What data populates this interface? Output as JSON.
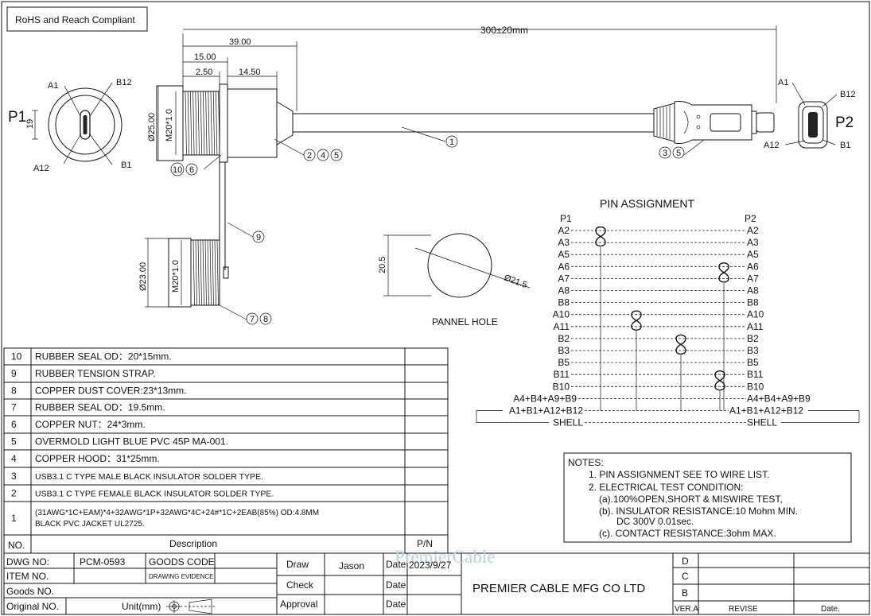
{
  "compliance": "RoHS and Reach Compliant",
  "dims": {
    "total_length": "300±20mm",
    "d39": "39.00",
    "d15": "15.00",
    "d250": "2.50",
    "d1450": "14.50",
    "dia25": "Ø25.00",
    "m20a": "M20*1.0",
    "dia23": "Ø23.00",
    "m20b": "M20*1.0",
    "p1_19": "19",
    "hole_h": "20.5",
    "hole_d": "Ø21.5"
  },
  "labels": {
    "p1": "P1",
    "p2": "P2",
    "a1": "A1",
    "b12": "B12",
    "a12": "A12",
    "b1": "B1",
    "pannel_hole": "PANNEL HOLE"
  },
  "balloons": [
    "1",
    "2",
    "4",
    "5",
    "10",
    "6",
    "9",
    "7",
    "8",
    "3",
    "5"
  ],
  "pin_assignment": {
    "title": "PIN ASSIGNMENT",
    "left_header": "P1",
    "right_header": "P2",
    "rows": [
      {
        "l": "A2",
        "r": "A2"
      },
      {
        "l": "A3",
        "r": "A3"
      },
      {
        "l": "A5",
        "r": "A5"
      },
      {
        "l": "A6",
        "r": "A6"
      },
      {
        "l": "A7",
        "r": "A7"
      },
      {
        "l": "A8",
        "r": "A8"
      },
      {
        "l": "B8",
        "r": "B8"
      },
      {
        "l": "A10",
        "r": "A10"
      },
      {
        "l": "A11",
        "r": "A11"
      },
      {
        "l": "B2",
        "r": "B2"
      },
      {
        "l": "B3",
        "r": "B3"
      },
      {
        "l": "B5",
        "r": "B5"
      },
      {
        "l": "B11",
        "r": "B11"
      },
      {
        "l": "B10",
        "r": "B10"
      },
      {
        "l": "A4+B4+A9+B9",
        "r": "A4+B4+A9+B9"
      },
      {
        "l": "A1+B1+A12+B12",
        "r": "A1+B1+A12+B12"
      },
      {
        "l": "SHELL",
        "r": "SHELL"
      }
    ]
  },
  "notes": {
    "title": "NOTES:",
    "lines": [
      "1. PIN ASSIGNMENT SEE TO WIRE LIST.",
      "2. ELECTRICAL TEST CONDITION:",
      "(a).100%OPEN,SHORT & MISWIRE TEST,",
      "(b). INSULATOR RESISTANCE:10 Mohm MIN.",
      "DC 300V 0.01sec.",
      "(c). CONTACT RESISTANCE:3ohm MAX."
    ]
  },
  "bom": [
    {
      "no": "10",
      "desc": "RUBBER  SEAL OD：20*15mm."
    },
    {
      "no": "9",
      "desc": "RUBBER  TENSION STRAP."
    },
    {
      "no": "8",
      "desc": "COPPER DUST COVER:23*13mm."
    },
    {
      "no": "7",
      "desc": "RUBBER  SEAL OD：19.5mm."
    },
    {
      "no": "6",
      "desc": "COPPER NUT：24*3mm."
    },
    {
      "no": "5",
      "desc": "OVERMOLD LIGHT BLUE PVC 45P MA-001."
    },
    {
      "no": "4",
      "desc": "COPPER HOOD：31*25mm."
    },
    {
      "no": "3",
      "desc": "USB3.1 C TYPE MALE BLACK INSULATOR SOLDER TYPE."
    },
    {
      "no": "2",
      "desc": "USB3.1 C TYPE FEMALE BLACK INSULATOR SOLDER TYPE."
    },
    {
      "no": "1",
      "desc": "(31AWG*1C+EAM)*4+32AWG*1P+32AWG*4C+24#*1C+2EAB(85%)  OD:4.8MM",
      "desc2": "BLACK PVC JACKET UL2725."
    }
  ],
  "bom_header": {
    "no": "NO.",
    "desc": "Description",
    "pn": "P/N"
  },
  "title_block": {
    "dwg_no_label": "DWG NO:",
    "dwg_no": "PCM-0593",
    "goods_code": "GOODS CODE",
    "item_no": "ITEM NO.",
    "drawing_evidence": "DRAWING EVIDENCE",
    "goods_no": "Goods NO.",
    "original_no": "Original NO.",
    "unit": "Unit(mm)",
    "draw": "Draw",
    "draw_name": "Jason",
    "date": "Date",
    "draw_date": "2023/9/27",
    "check": "Check",
    "approval": "Approval",
    "company": "PREMIER CABLE MFG CO LTD",
    "watermark": "PremierCable",
    "rev_d": "D",
    "rev_c": "C",
    "rev_b": "B",
    "ver": "VER.A",
    "revise": "REVISE",
    "rev_date": "Date."
  }
}
